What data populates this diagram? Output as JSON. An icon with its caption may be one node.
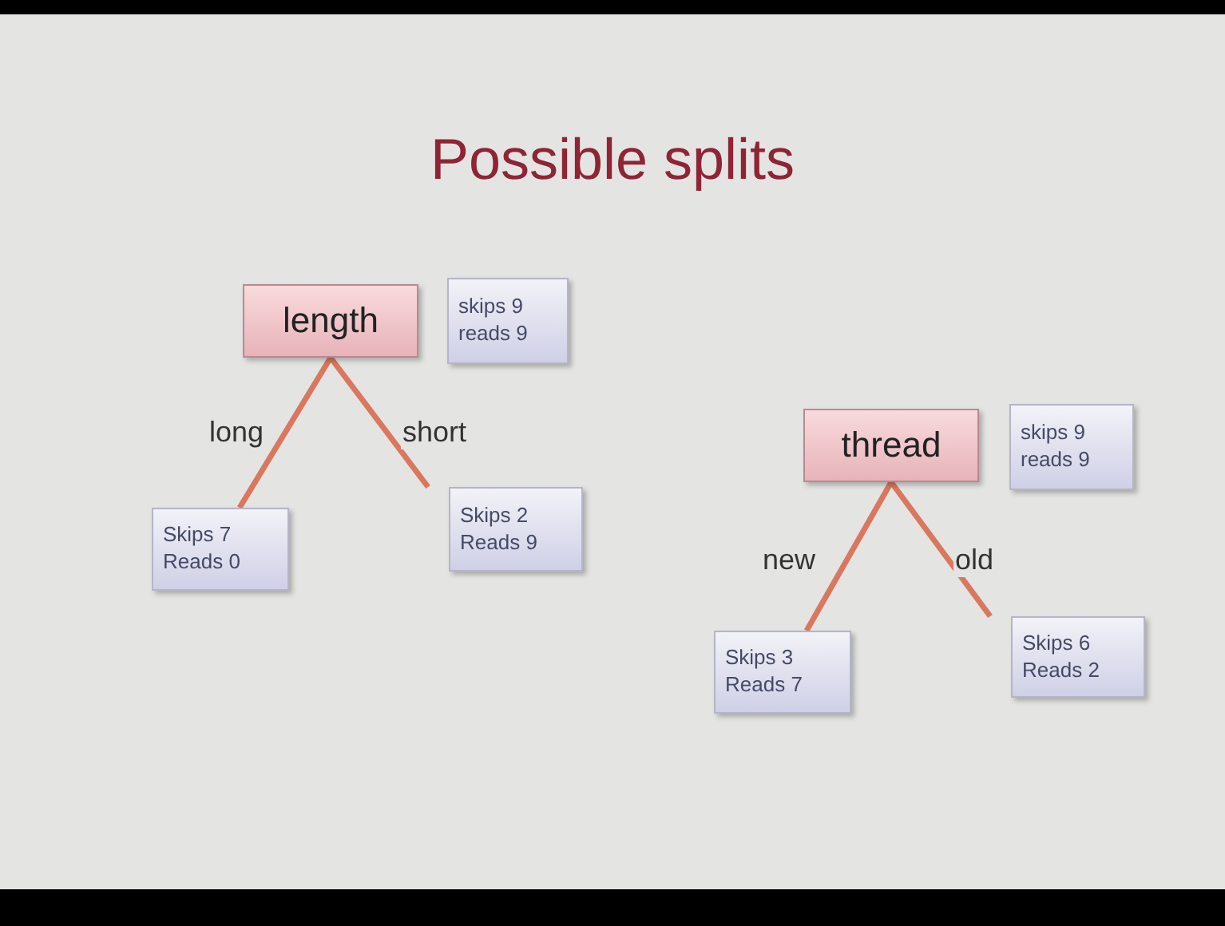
{
  "diagram": {
    "title": "Possible splits",
    "nodes": [
      {
        "text": [
          "length"
        ]
      },
      {
        "text": [
          "skips 9",
          "reads 9"
        ]
      },
      {
        "text": [
          "Skips 7",
          "Reads 0"
        ]
      },
      {
        "text": [
          "Skips 2",
          "Reads 9"
        ]
      },
      {
        "text": [
          "thread"
        ]
      },
      {
        "text": [
          "skips 9",
          "reads 9"
        ]
      },
      {
        "text": [
          "Skips 3",
          "Reads 7"
        ]
      },
      {
        "text": [
          "Skips 6",
          "Reads 2"
        ]
      }
    ],
    "edges": [
      {
        "from": 0,
        "to": 2,
        "arrow": "none",
        "label": "long"
      },
      {
        "from": 0,
        "to": 3,
        "arrow": "none",
        "label": "short"
      },
      {
        "from": 4,
        "to": 6,
        "arrow": "none",
        "label": "new"
      },
      {
        "from": 4,
        "to": 7,
        "arrow": "none",
        "label": "old"
      }
    ]
  }
}
